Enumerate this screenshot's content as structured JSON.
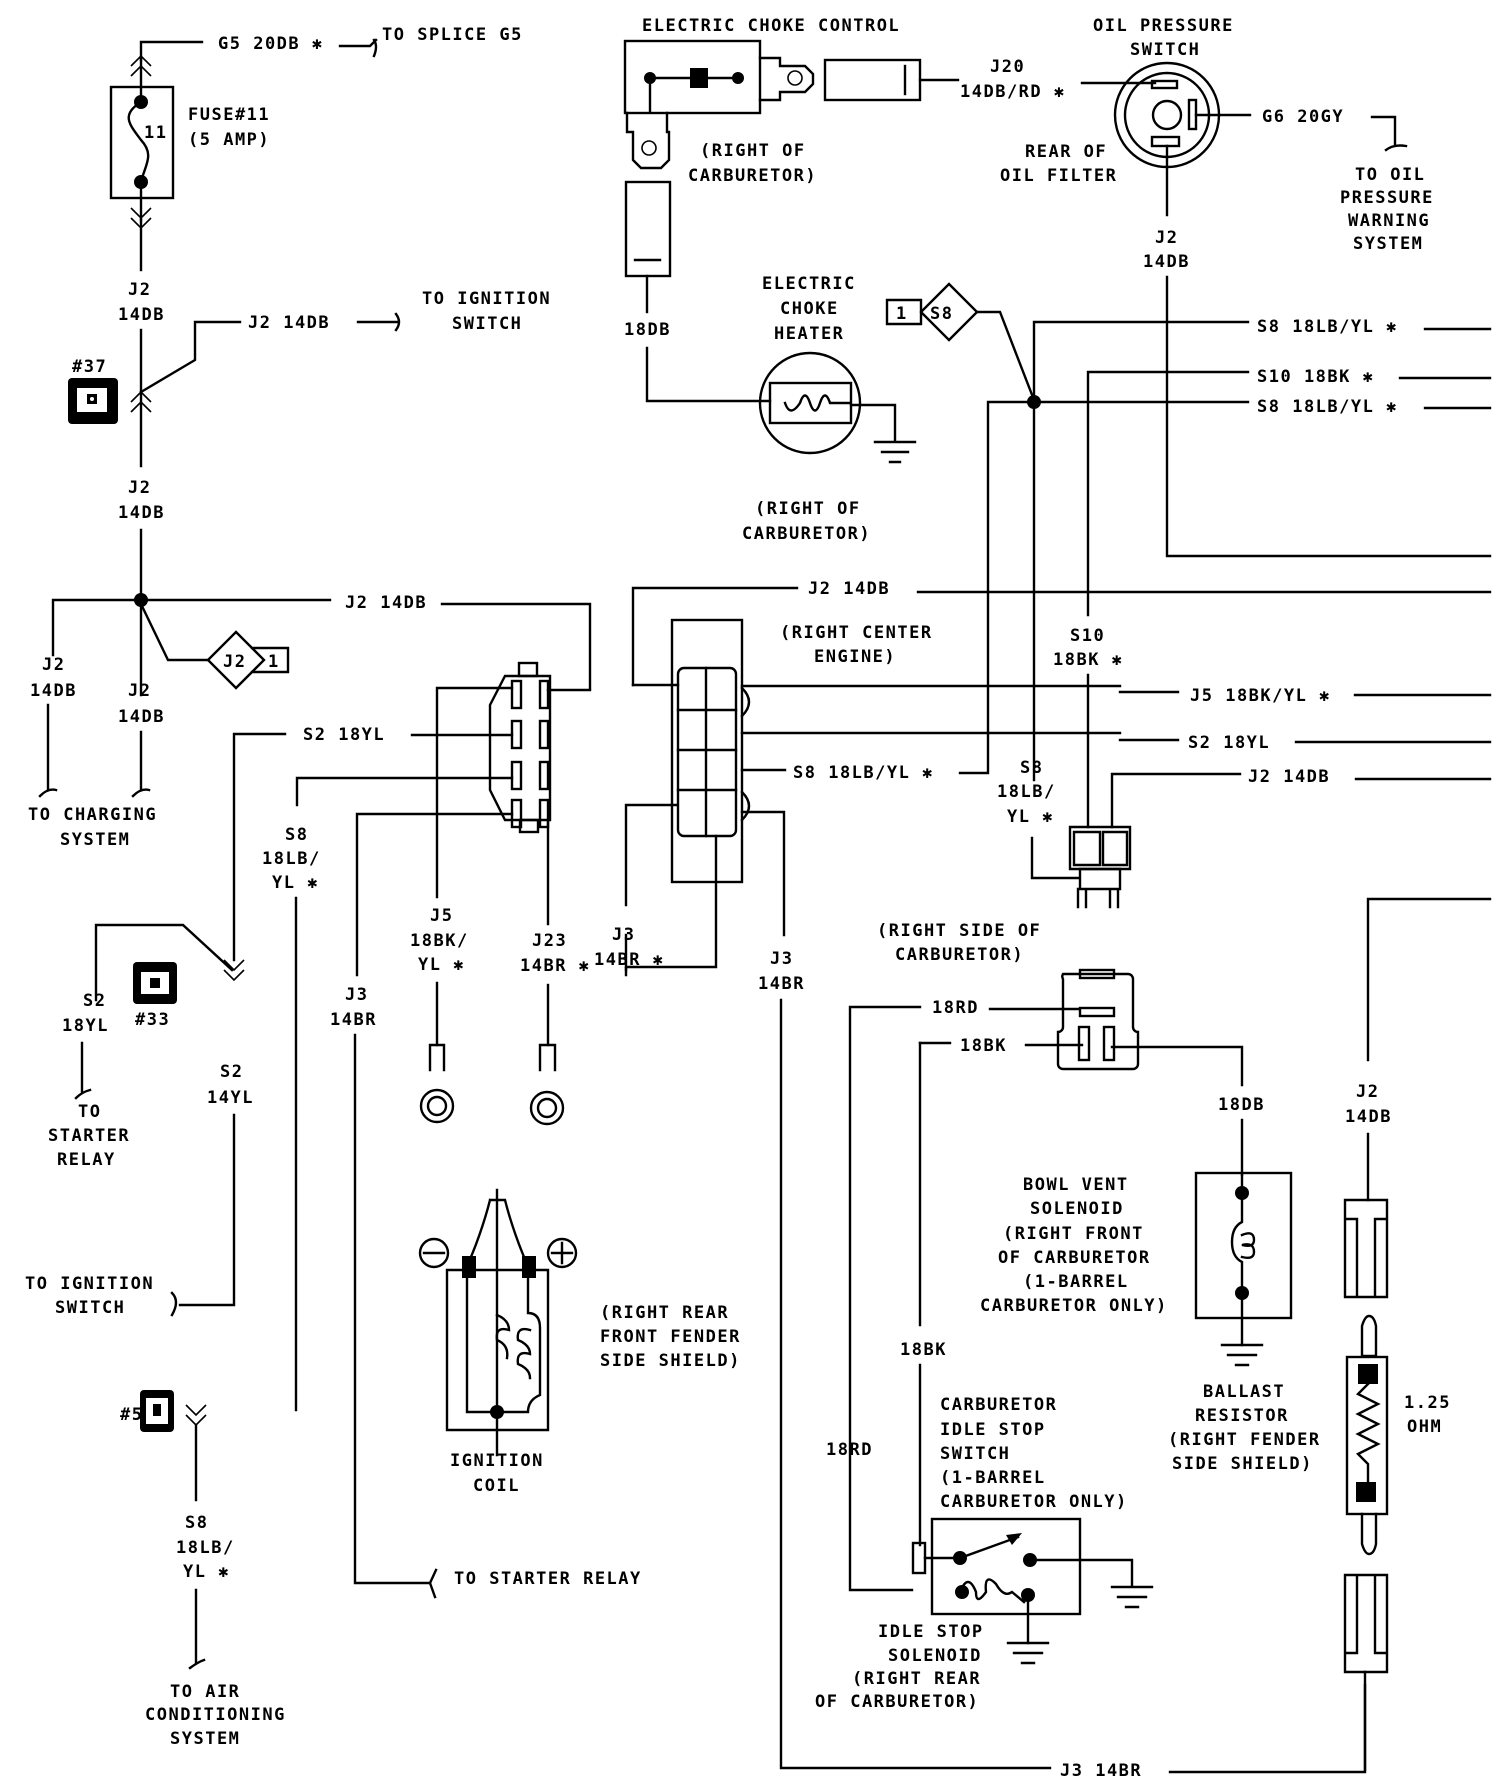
{
  "diagram": {
    "colors": {
      "ink": "#000000",
      "paper": "#ffffff"
    },
    "top_left": {
      "g5_wire": "G5 20DB ✱",
      "to_splice": "TO SPLICE G5",
      "fuse_label_1": "FUSE#11",
      "fuse_label_2": "(5 AMP)",
      "fuse_number": "11",
      "j2_a_1": "J2",
      "j2_a_2": "14DB",
      "j2_ign_wire": "J2 14DB",
      "to_ign_1": "TO IGNITION",
      "to_ign_2": "SWITCH",
      "conn37": "#37",
      "j2_b_1": "J2",
      "j2_b_2": "14DB",
      "j2_main_wire": "J2 14DB",
      "splice_j2": "J2",
      "splice_j2_num": "1",
      "j2_c_1": "J2",
      "j2_c_2": "14DB",
      "j2_d_1": "J2",
      "j2_d_2": "14DB",
      "to_charging_1": "TO CHARGING",
      "to_charging_2": "SYSTEM"
    },
    "choke_control": {
      "title": "ELECTRIC CHOKE CONTROL",
      "loc_1": "(RIGHT OF",
      "loc_2": "CARBURETOR)",
      "j20_1": "J20",
      "j20_2": "14DB/RD ✱",
      "wire_18db": "18DB"
    },
    "choke_heater": {
      "title_1": "ELECTRIC",
      "title_2": "CHOKE",
      "title_3": "HEATER",
      "loc_1": "(RIGHT OF",
      "loc_2": "CARBURETOR)"
    },
    "oil_pressure": {
      "title_1": "OIL PRESSURE",
      "title_2": "SWITCH",
      "loc_1": "REAR OF",
      "loc_2": "OIL FILTER",
      "g6_wire": "G6 20GY",
      "to_oil_1": "TO OIL",
      "to_oil_2": "PRESSURE",
      "to_oil_3": "WARNING",
      "to_oil_4": "SYSTEM",
      "j2_1": "J2",
      "j2_2": "14DB"
    },
    "right_bus": {
      "splice_s8": "S8",
      "splice_s8_num": "1",
      "s8_top": "S8 18LB/YL  ✱",
      "s10": "S10 18BK  ✱",
      "s8_mid": "S8 18LB/YL  ✱",
      "j2_center": "J2 14DB",
      "s10_v_1": "S10",
      "s10_v_2": "18BK ✱",
      "j5": "J5 18BK/YL   ✱",
      "s2": "S2 18YL",
      "j2_right": "J2 14DB"
    },
    "center_connector": {
      "loc_1": "(RIGHT CENTER",
      "loc_2": "ENGINE)",
      "s8_wire": "S8 18LB/YL   ✱",
      "j3_a_1": "J3",
      "j3_a_2": "14BR ✱",
      "j3_b_1": "J3",
      "j3_b_2": "14BR"
    },
    "left_connector": {
      "s2_wire": "S2 18YL",
      "s8_1": "S8",
      "s8_2": "18LB/",
      "s8_3": "YL ✱",
      "j5_1": "J5",
      "j5_2": "18BK/",
      "j5_3": "YL ✱",
      "j23_1": "J23",
      "j23_2": "14BR ✱",
      "j3_1": "J3",
      "j3_2": "14BR"
    },
    "lower_left": {
      "s2a_1": "S2",
      "s2a_2": "18YL",
      "conn33": "#33",
      "s2b_1": "S2",
      "s2b_2": "14YL",
      "to_starter_1": "TO",
      "to_starter_2": "STARTER",
      "to_starter_3": "RELAY",
      "to_ign_1": "TO IGNITION",
      "to_ign_2": "SWITCH",
      "conn5": "#5",
      "s8_1": "S8",
      "s8_2": "18LB/",
      "s8_3": "YL ✱",
      "to_ac_1": "TO AIR",
      "to_ac_2": "CONDITIONING",
      "to_ac_3": "SYSTEM",
      "to_starter_relay": "TO STARTER RELAY"
    },
    "ignition_coil": {
      "title_1": "IGNITION",
      "title_2": "COIL",
      "loc_1": "(RIGHT REAR",
      "loc_2": "FRONT FENDER",
      "loc_3": "SIDE SHIELD)"
    },
    "carb_side": {
      "s8_1": "S8",
      "s8_2": "18LB/",
      "s8_3": "YL ✱",
      "loc_1": "(RIGHT SIDE OF",
      "loc_2": "CARBURETOR)",
      "wire_18rd": "18RD",
      "wire_18bk": "18BK",
      "wire_18db": "18DB",
      "wire_18bk_v": "18BK",
      "wire_18rd_v": "18RD"
    },
    "bowl_vent": {
      "title_1": "BOWL VENT",
      "title_2": "SOLENOID",
      "title_3": "(RIGHT FRONT",
      "title_4": "OF CARBURETOR",
      "title_5": "(1-BARREL",
      "title_6": "CARBURETOR ONLY)"
    },
    "idle_stop": {
      "switch_1": "CARBURETOR",
      "switch_2": "IDLE STOP",
      "switch_3": "SWITCH",
      "switch_4": "(1-BARREL",
      "switch_5": "CARBURETOR ONLY)",
      "sol_1": "IDLE STOP",
      "sol_2": "SOLENOID",
      "sol_3": "(RIGHT REAR",
      "sol_4": "OF CARBURETOR)"
    },
    "ballast": {
      "title_1": "BALLAST",
      "title_2": "RESISTOR",
      "title_3": "(RIGHT FENDER",
      "title_4": "SIDE SHIELD)",
      "value_1": "1.25",
      "value_2": "OHM",
      "j2_1": "J2",
      "j2_2": "14DB",
      "j3_bottom": "J3 14BR"
    }
  }
}
